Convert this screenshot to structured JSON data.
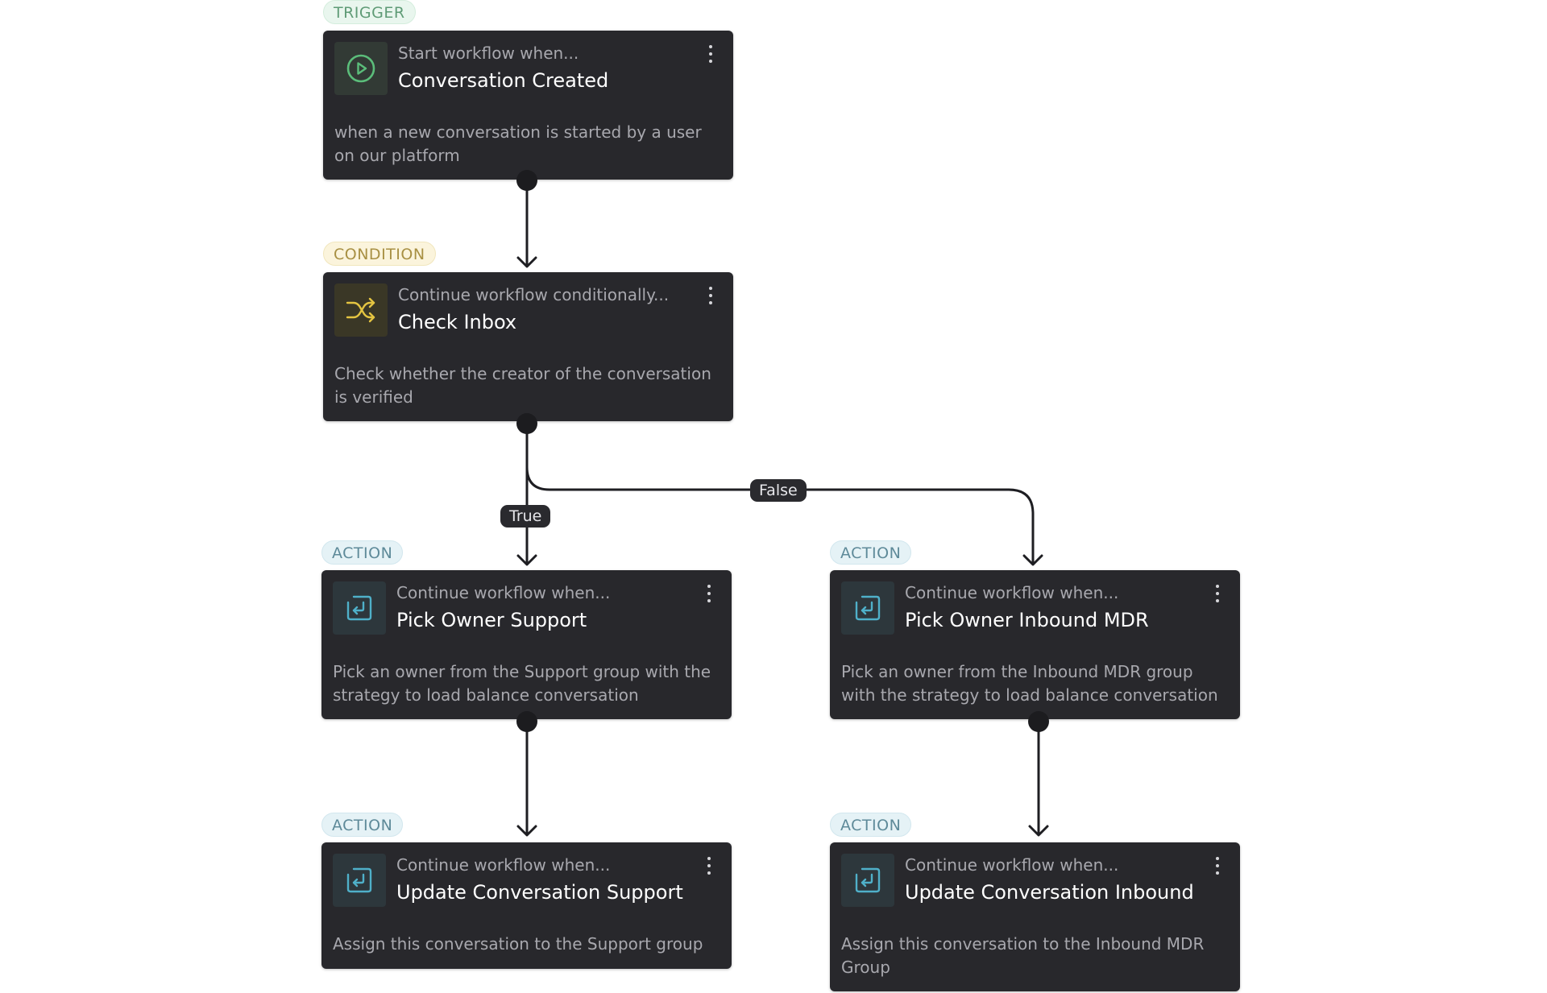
{
  "diagram": {
    "nodes": {
      "trigger": {
        "badge": "TRIGGER",
        "pre": "Start workflow when...",
        "title": "Conversation Created",
        "description": "when a new conversation is started by a user on our platform",
        "icon": "play-circle-icon",
        "accent": "#5bbd7a"
      },
      "condition": {
        "badge": "CONDITION",
        "pre": "Continue workflow conditionally...",
        "title": "Check Inbox",
        "description": "Check whether the creator of the conversation is verified",
        "icon": "shuffle-icon",
        "accent": "#e4c441"
      },
      "pick_support": {
        "badge": "ACTION",
        "pre": "Continue workflow when...",
        "title": "Pick Owner Support",
        "description": "Pick an owner from the Support group with the strategy to load balance conversation",
        "icon": "enter-return-icon",
        "accent": "#4fb0c9"
      },
      "pick_mdr": {
        "badge": "ACTION",
        "pre": "Continue workflow when...",
        "title": "Pick Owner Inbound MDR",
        "description": "Pick an owner from the Inbound MDR group with the strategy to load balance conversation",
        "icon": "enter-return-icon",
        "accent": "#4fb0c9"
      },
      "update_support": {
        "badge": "ACTION",
        "pre": "Continue workflow when...",
        "title": "Update Conversation Support",
        "description": "Assign this conversation to the Support group",
        "icon": "enter-return-icon",
        "accent": "#4fb0c9"
      },
      "update_inbound": {
        "badge": "ACTION",
        "pre": "Continue workflow when...",
        "title": "Update Conversation Inbound",
        "description": "Assign this conversation to the Inbound MDR Group",
        "icon": "enter-return-icon",
        "accent": "#4fb0c9"
      }
    },
    "edges": [
      {
        "from": "trigger",
        "to": "condition",
        "label": ""
      },
      {
        "from": "condition",
        "to": "pick_support",
        "label": "True"
      },
      {
        "from": "condition",
        "to": "pick_mdr",
        "label": "False"
      },
      {
        "from": "pick_support",
        "to": "update_support",
        "label": ""
      },
      {
        "from": "pick_mdr",
        "to": "update_inbound",
        "label": ""
      }
    ]
  }
}
